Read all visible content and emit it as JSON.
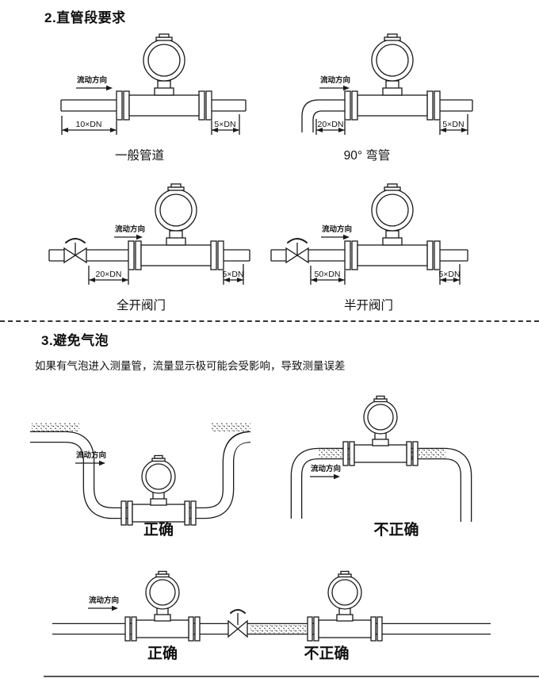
{
  "section2": {
    "title": "2.直管段要求",
    "diagrams": [
      {
        "flow_label": "流动方向",
        "dim_left": "10×DN",
        "dim_right": "5×DN",
        "caption": "一般管道"
      },
      {
        "flow_label": "流动方向",
        "dim_left": "20×DN",
        "dim_right": "5×DN",
        "caption": "90° 弯管"
      },
      {
        "flow_label": "流动方向",
        "dim_left": "20×DN",
        "dim_right": "5×DN",
        "caption": "全开阀门"
      },
      {
        "flow_label": "流动方向",
        "dim_left": "50×DN",
        "dim_right": "5×DN",
        "caption": "半开阀门"
      }
    ]
  },
  "section3": {
    "title": "3.避免气泡",
    "body": "如果有气泡进入测量管，流量显示极可能会受影响，导致测量误差",
    "diagrams": [
      {
        "flow_label": "流动方向",
        "caption": "正确"
      },
      {
        "flow_label": "流动方向",
        "caption": "不正确"
      },
      {
        "flow_label": "流动方向",
        "caption_left": "正确",
        "caption_right": "不正确"
      }
    ]
  }
}
